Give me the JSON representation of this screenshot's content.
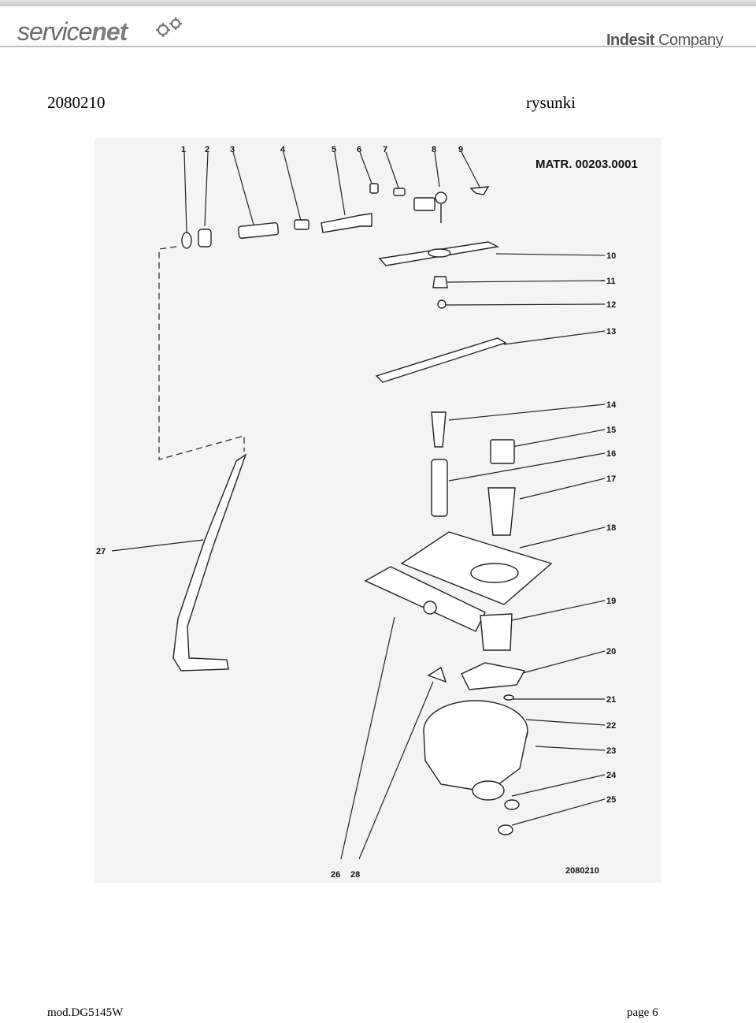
{
  "header": {
    "logo_left_a": "service",
    "logo_left_b": "net",
    "logo_right_a": "Indesit",
    "logo_right_b": " Company",
    "gear_icon": "gear-icon"
  },
  "doc": {
    "code": "2080210",
    "kind": "rysunki"
  },
  "drawing": {
    "matr": "MATR. 00203.0001",
    "code": "2080210",
    "part_numbers": [
      "1",
      "2",
      "3",
      "4",
      "5",
      "6",
      "7",
      "8",
      "9",
      "10",
      "11",
      "12",
      "13",
      "14",
      "15",
      "16",
      "17",
      "18",
      "19",
      "20",
      "21",
      "22",
      "23",
      "24",
      "25",
      "26",
      "27",
      "28"
    ]
  },
  "footer": {
    "model": "mod.DG5145W",
    "page": "page 6"
  }
}
